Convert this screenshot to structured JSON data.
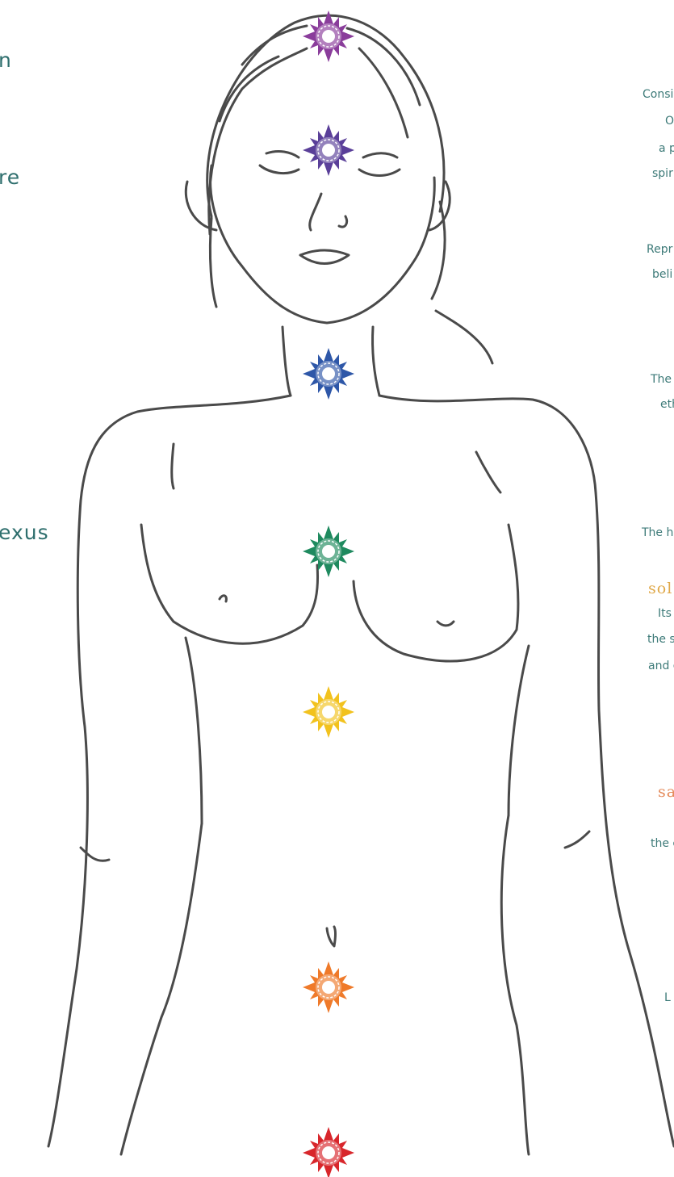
{
  "left_labels": [
    "n",
    "re",
    "exus"
  ],
  "right_headings": [
    {
      "text": "sol",
      "color": "#e0a94a"
    },
    {
      "text": "sa",
      "color": "#e48a5a"
    }
  ],
  "right_lines": [
    "Consi",
    "O",
    "a p",
    "spir",
    "Repr",
    "beli",
    "The",
    "eth",
    "The h",
    "Its",
    "the s",
    "and c",
    "the c",
    "L"
  ],
  "chakras": [
    {
      "name": "crown",
      "color": "#8a3d9b"
    },
    {
      "name": "third-eye",
      "color": "#5a3f99"
    },
    {
      "name": "throat",
      "color": "#2e57a8"
    },
    {
      "name": "heart",
      "color": "#1f8a5f"
    },
    {
      "name": "solar-plexus",
      "color": "#f2c21e"
    },
    {
      "name": "sacral",
      "color": "#ef7a2a"
    },
    {
      "name": "root",
      "color": "#d8262b"
    }
  ],
  "sketch_color": "#4a4a4a"
}
